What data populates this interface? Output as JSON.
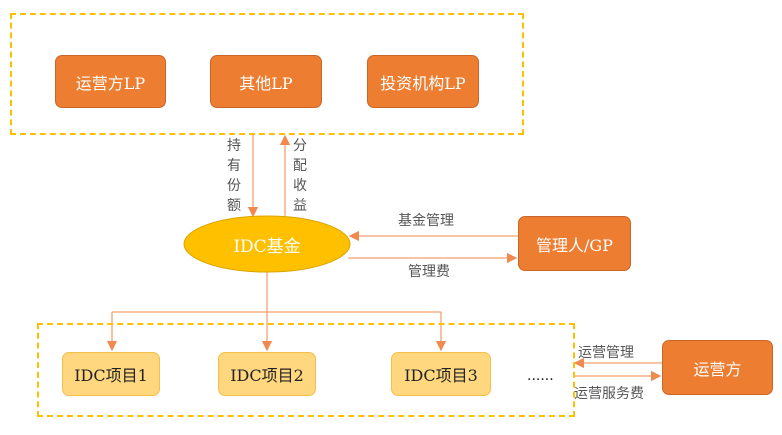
{
  "investors": {
    "items": [
      "运营方LP",
      "其他LP",
      "投资机构LP"
    ]
  },
  "flows": {
    "hold_shares": "持有份额",
    "distribute_returns": "分配收益",
    "fund_management": "基金管理",
    "management_fee": "管理费",
    "operation_management": "运营管理",
    "operation_service_fee": "运营服务费"
  },
  "fund": {
    "label": "IDC基金"
  },
  "manager": {
    "label": "管理人/GP"
  },
  "projects": {
    "items": [
      "IDC项目1",
      "IDC项目2",
      "IDC项目3"
    ],
    "more": "......"
  },
  "operator": {
    "label": "运营方"
  },
  "colors": {
    "orange": "#ED7D31",
    "gold": "#FFC000",
    "light_yellow": "#FFD77F",
    "arrow": "#F4A070"
  }
}
